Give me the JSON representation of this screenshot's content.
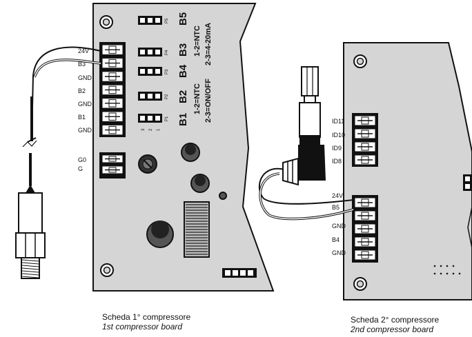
{
  "board1": {
    "terminals": [
      "24V",
      "B3",
      "GND",
      "B2",
      "GND",
      "B1",
      "GND"
    ],
    "g_terminals": [
      "G0",
      "G"
    ],
    "headers": [
      "P5",
      "P4",
      "P3",
      "P2",
      "P1"
    ],
    "pin_numbers": [
      "3",
      "2",
      "1"
    ],
    "probe_labels": [
      "B5",
      "B3",
      "B4",
      "B2",
      "B1"
    ],
    "note_b3": [
      "1-2=NTC",
      "2-3=4-20mA"
    ],
    "note_b2": [
      "1-2=NTC",
      "2-3=ON/OFF"
    ],
    "caption_it": "Scheda 1° compressore",
    "caption_en": "1st compressor board"
  },
  "board2": {
    "inputs": [
      "ID11",
      "ID10",
      "ID9",
      "ID8"
    ],
    "terminals": [
      "24V",
      "B5",
      "GND",
      "B4",
      "GND"
    ],
    "caption_it": "Scheda 2° compressore",
    "caption_en": "2nd compressor board"
  }
}
